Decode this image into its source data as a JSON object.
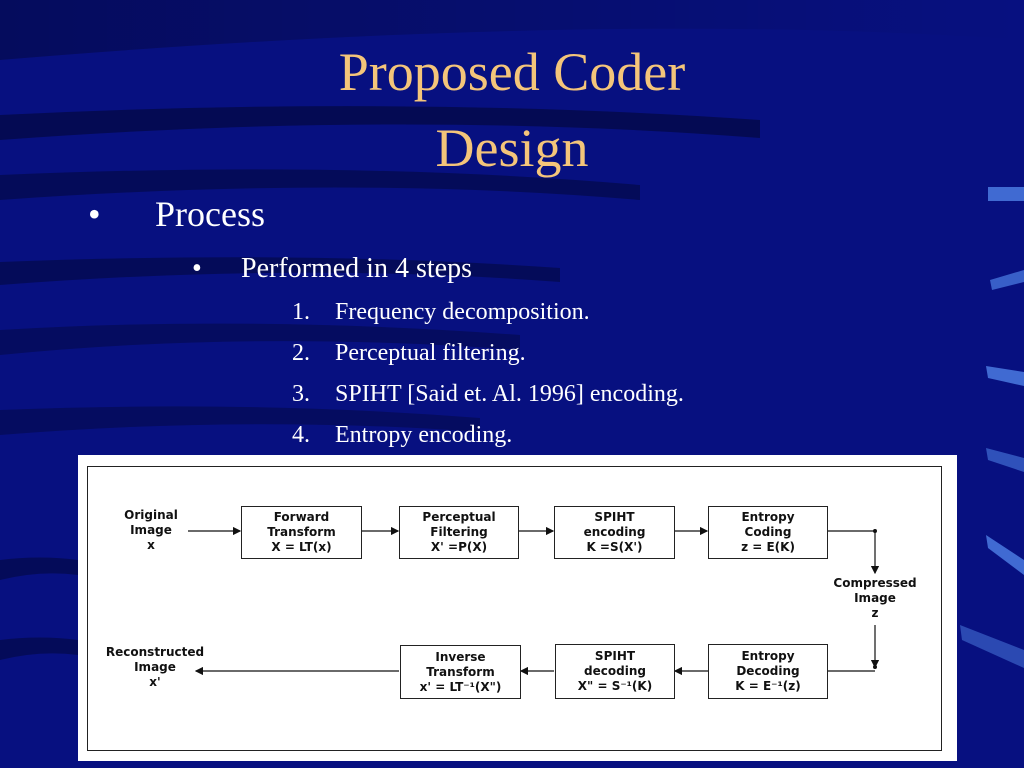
{
  "slide": {
    "title_line1": "Proposed Coder",
    "title_line2": "Design",
    "bullet_symbol": "•",
    "bullet1": "Process",
    "bullet2": "Performed in 4 steps",
    "steps": [
      {
        "num": "1.",
        "text": "Frequency decomposition."
      },
      {
        "num": "2.",
        "text": "Perceptual filtering."
      },
      {
        "num": "3.",
        "text": "SPIHT [Said et. Al. 1996] encoding."
      },
      {
        "num": "4.",
        "text": "Entropy encoding."
      }
    ],
    "colors": {
      "background": "#071080",
      "title": "#f4c57a",
      "text": "#ffffff"
    }
  },
  "diagram": {
    "labels": {
      "original": [
        "Original",
        "Image",
        "x"
      ],
      "compressed": [
        "Compressed",
        "Image",
        "z"
      ],
      "reconstructed": [
        "Reconstructed",
        "Image",
        "x'"
      ]
    },
    "encoder": [
      {
        "line1": "Forward",
        "line2": "Transform",
        "line3": "X = LT(x)"
      },
      {
        "line1": "Perceptual",
        "line2": "Filtering",
        "line3": "X' =P(X)"
      },
      {
        "line1": "SPIHT",
        "line2": "encoding",
        "line3": "K =S(X')"
      },
      {
        "line1": "Entropy",
        "line2": "Coding",
        "line3": "z = E(K)"
      }
    ],
    "decoder": [
      {
        "line1": "Inverse",
        "line2": "Transform",
        "line3": "x' = LT⁻¹(X\")"
      },
      {
        "line1": "SPIHT",
        "line2": "decoding",
        "line3": "X\" = S⁻¹(K)"
      },
      {
        "line1": "Entropy",
        "line2": "Decoding",
        "line3": "K = E⁻¹(z)"
      }
    ]
  }
}
